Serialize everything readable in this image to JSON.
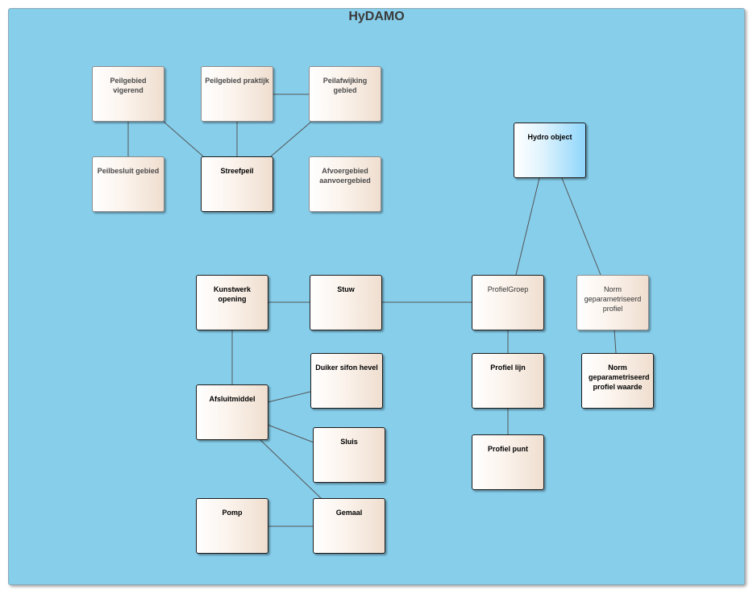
{
  "diagram": {
    "title": "HyDAMO",
    "nodes": {
      "peilgebied_vigerend": "Peilgebied vigerend",
      "peilgebied_praktijk": "Peilgebied praktijk",
      "peilafwijking_gebied": "Peilafwijking gebied",
      "peilbesluit_gebied": "Peilbesluit gebied",
      "streefpeil": "Streefpeil",
      "afvoergebied": "Afvoergebied aanvoergebied",
      "hydro_object": "Hydro object",
      "kunstwerk_opening": "Kunstwerk opening",
      "stuw": "Stuw",
      "profiel_groep": "ProfielGroep",
      "norm_profiel": "Norm geparametriseerd profiel",
      "norm_profiel_waarde": "Norm geparametriseerd profiel waarde",
      "duiker": "Duiker sifon hevel",
      "afsluitmiddel": "Afsluitmiddel",
      "sluis": "Sluis",
      "profiel_lijn": "Profiel lijn",
      "profiel_punt": "Profiel punt",
      "pomp": "Pomp",
      "gemaal": "Gemaal"
    },
    "colors": {
      "background": "#87ceeb",
      "node_fill": "#f6e8dc",
      "highlight_fill": "#8fd6fb",
      "connector": "#555555"
    }
  }
}
